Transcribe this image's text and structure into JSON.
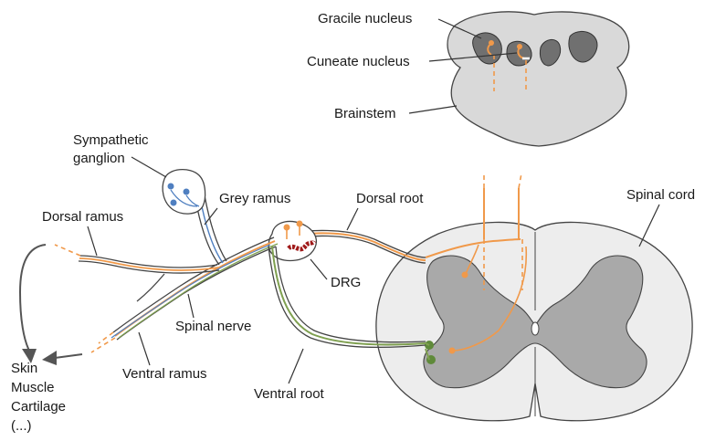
{
  "labels": {
    "gracile": "Gracile nucleus",
    "cuneate": "Cuneate nucleus",
    "brainstem": "Brainstem",
    "sympathetic_line1": "Sympathetic",
    "sympathetic_line2": "ganglion",
    "grey_ramus": "Grey ramus",
    "dorsal_root": "Dorsal root",
    "spinal_cord": "Spinal cord",
    "dorsal_ramus": "Dorsal ramus",
    "drg": "DRG",
    "spinal_nerve": "Spinal nerve",
    "targets": [
      "Skin",
      "Muscle",
      "Cartilage",
      "(...)"
    ],
    "ventral_ramus": "Ventral ramus",
    "ventral_root": "Ventral root"
  },
  "colors": {
    "sensory": "#f0994a",
    "motor": "#7fa050",
    "motor_dark": "#5f8a3a",
    "sympathetic": "#4f7fc0",
    "grey_matter": "#a9a9a9",
    "white_matter": "#ececec",
    "drg_axon": "#a01a1a",
    "outline": "#3a3a3a"
  }
}
